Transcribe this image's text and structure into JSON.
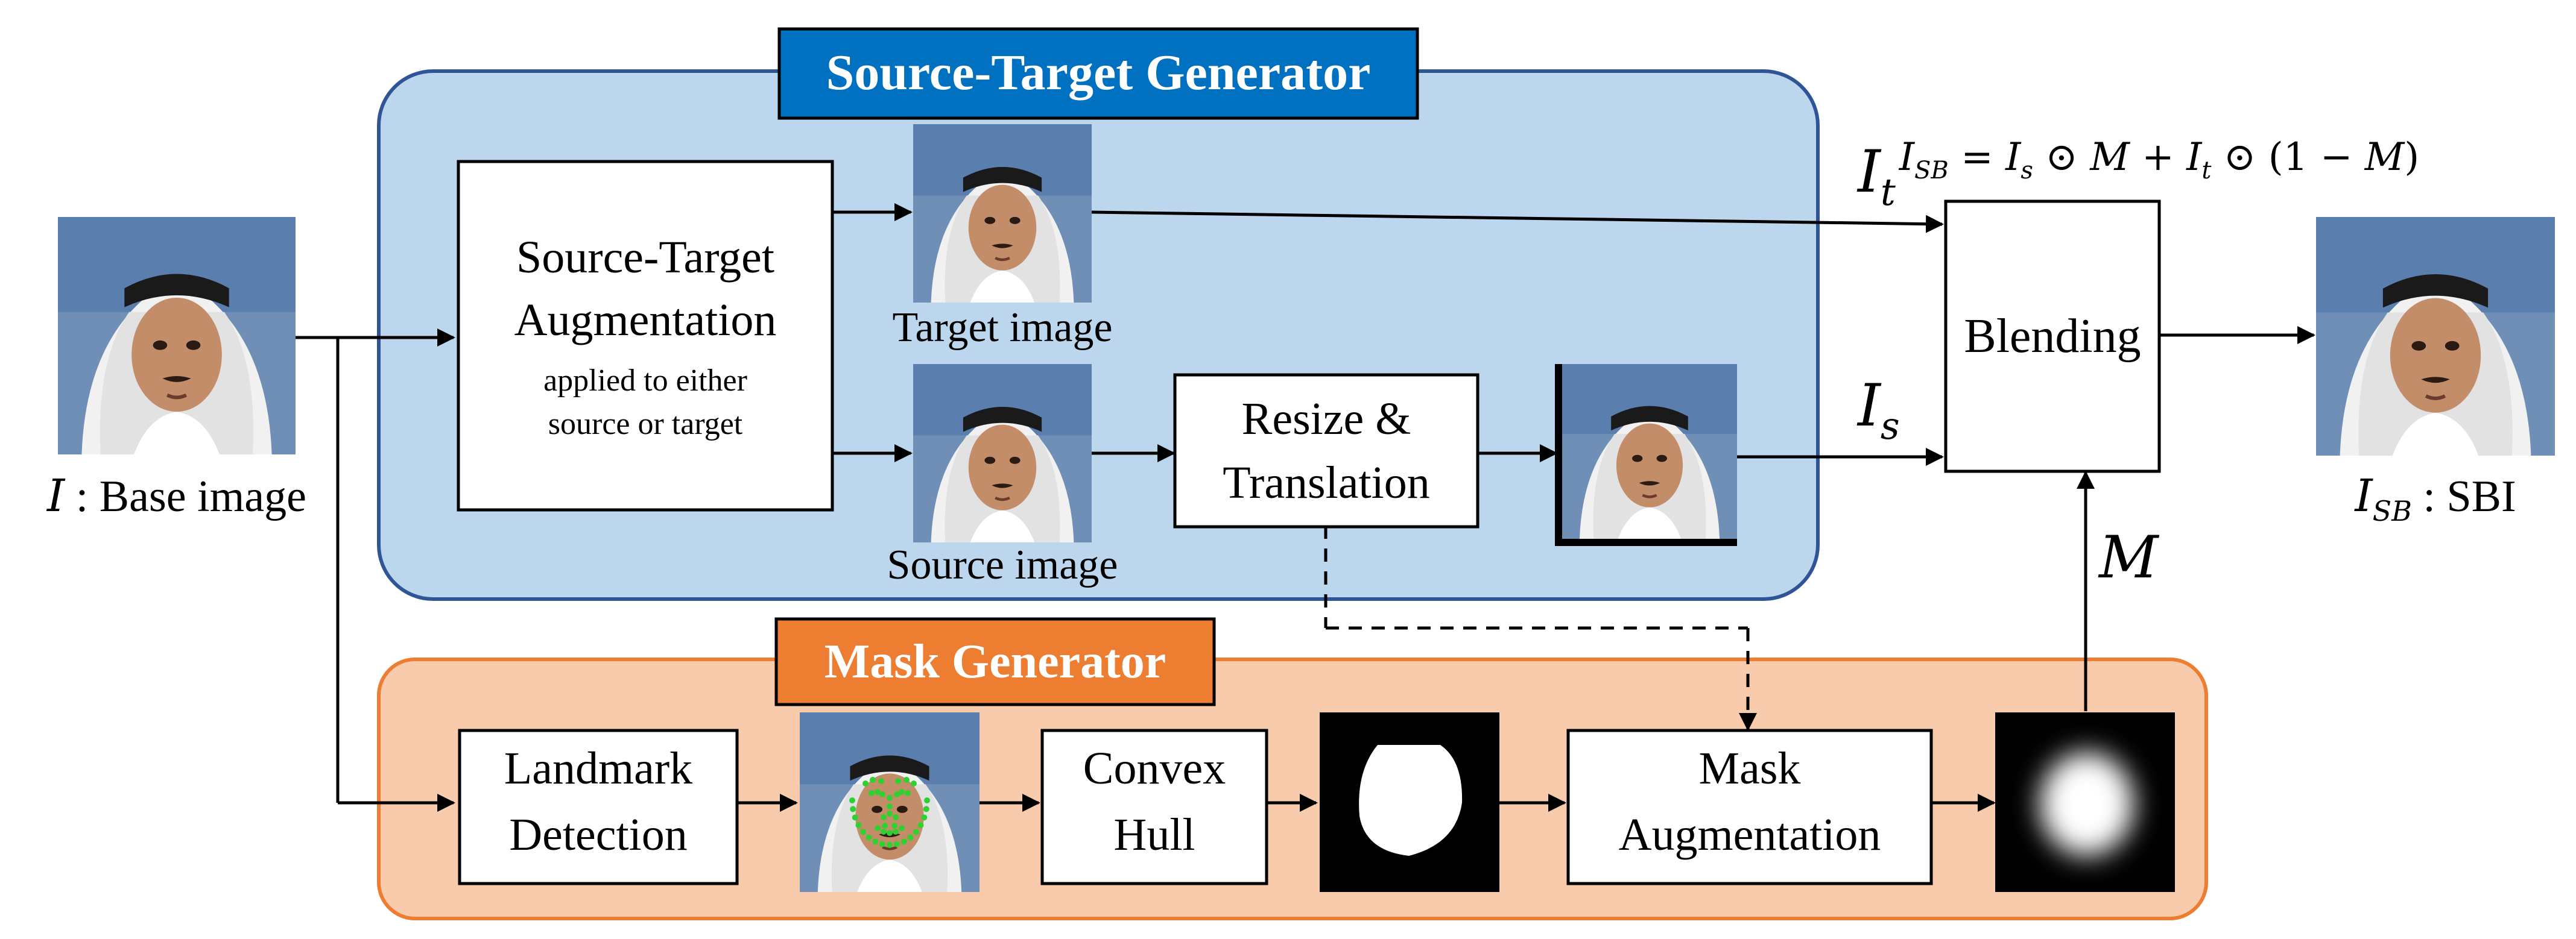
{
  "colors": {
    "source_target_fill": "#bcd6ee",
    "source_target_border": "#2f5597",
    "source_target_title_bg": "#0070c0",
    "mask_fill": "#f8cbad",
    "mask_border": "#ed7d31",
    "mask_title_bg": "#ed7d31",
    "box_fill": "#ffffff",
    "line": "#000000",
    "skin": "#c48d6a",
    "headscarf": "#f3f3f3",
    "landmark": "#2fd02f"
  },
  "panels": {
    "source_target": {
      "title": "Source-Target Generator"
    },
    "mask": {
      "title": "Mask Generator"
    }
  },
  "boxes": {
    "augmentation": {
      "line1": "Source-Target",
      "line2": "Augmentation",
      "note1": "applied to either",
      "note2": "source or target"
    },
    "resize": {
      "line1": "Resize &",
      "line2": "Translation"
    },
    "blending": {
      "label": "Blending"
    },
    "landmark": {
      "line1": "Landmark",
      "line2": "Detection"
    },
    "convex": {
      "line1": "Convex",
      "line2": "Hull"
    },
    "mask_aug": {
      "line1": "Mask",
      "line2": "Augmentation"
    }
  },
  "images": {
    "base": {
      "label_symbol": "I",
      "label_text": " : Base image"
    },
    "target": {
      "label": "Target image"
    },
    "source": {
      "label": "Source image"
    },
    "sbi": {
      "label_symbol": "I",
      "label_sub": "SB",
      "label_text": " : SBI"
    }
  },
  "symbols": {
    "it": {
      "main": "I",
      "sub": "t"
    },
    "is": {
      "main": "I",
      "sub": "s"
    },
    "m": "M"
  },
  "formula": {
    "lhs": "I",
    "lhs_sub": "SB",
    "eq": " = ",
    "t1": "I",
    "t1_sub": "s",
    "odot1": " ⊙ ",
    "m1": "M",
    "plus": "  +  ",
    "t2": "I",
    "t2_sub": "t",
    "odot2": " ⊙ ",
    "paren": "(1 − ",
    "m2": "M",
    "close": ")"
  },
  "icons": {
    "face": "face-photo-icon",
    "landmark_face": "face-landmarks-icon",
    "hull_mask": "hull-mask-icon",
    "blurred_mask": "blurred-mask-icon"
  }
}
